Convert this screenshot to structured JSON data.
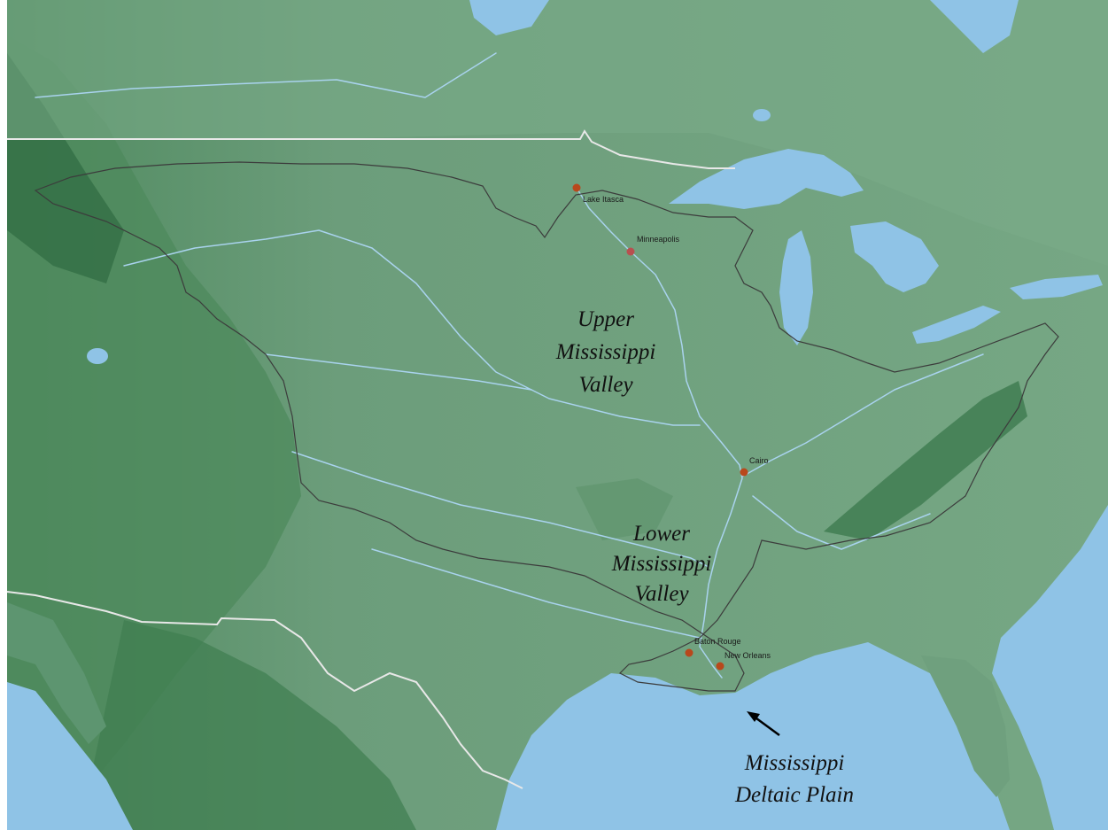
{
  "map": {
    "colors": {
      "land": "#6fa07e",
      "land_dark": "#3f7a52",
      "land_light": "#86b294",
      "water": "#8fc3e6",
      "border": "#3c3c3c",
      "intl_border": "#e8e8e8",
      "city": "#b8481c"
    },
    "cities": [
      {
        "name": "Lake Itasca"
      },
      {
        "name": "Minneapolis"
      },
      {
        "name": "Cairo"
      },
      {
        "name": "Baton Rouge"
      },
      {
        "name": "New Orleans"
      }
    ],
    "regions": [
      {
        "lines": [
          "Upper",
          "Mississippi",
          "Valley"
        ]
      },
      {
        "lines": [
          "Lower",
          "Mississippi",
          "Valley"
        ]
      },
      {
        "lines": [
          "Mississippi",
          "Deltaic Plain"
        ]
      }
    ],
    "pointer_icon": "arrow-up-left-icon"
  }
}
